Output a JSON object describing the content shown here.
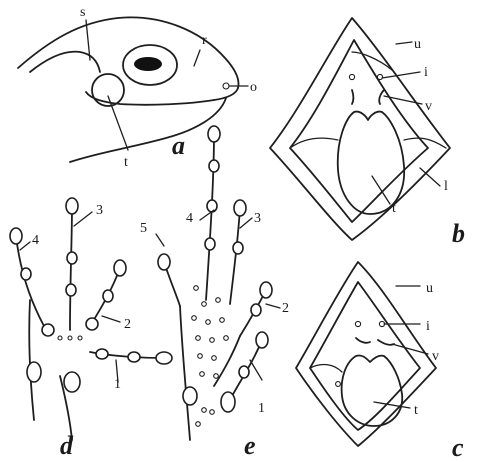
{
  "panels": {
    "a": {
      "panel_label": "a",
      "labels": {
        "s": "s",
        "r": "r",
        "o": "o",
        "t": "t"
      }
    },
    "b": {
      "panel_label": "b",
      "labels": {
        "u": "u",
        "i": "i",
        "v": "v",
        "l": "l",
        "t": "t"
      }
    },
    "c": {
      "panel_label": "c",
      "labels": {
        "u": "u",
        "i": "i",
        "v": "v",
        "t": "t"
      }
    },
    "d": {
      "panel_label": "d",
      "digits": [
        "1",
        "2",
        "3",
        "4"
      ]
    },
    "e": {
      "panel_label": "e",
      "digits": [
        "1",
        "2",
        "3",
        "4",
        "5"
      ]
    }
  }
}
